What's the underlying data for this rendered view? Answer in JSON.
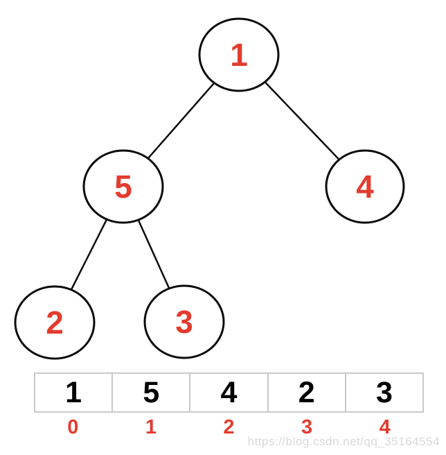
{
  "tree": {
    "nodes": [
      {
        "label": "1"
      },
      {
        "label": "5"
      },
      {
        "label": "4"
      },
      {
        "label": "2"
      },
      {
        "label": "3"
      }
    ],
    "edges": [
      {
        "from": "1",
        "to": "5"
      },
      {
        "from": "1",
        "to": "4"
      },
      {
        "from": "5",
        "to": "2"
      },
      {
        "from": "5",
        "to": "3"
      }
    ]
  },
  "array": {
    "cells": [
      "1",
      "5",
      "4",
      "2",
      "3"
    ],
    "indices": [
      "0",
      "1",
      "2",
      "3",
      "4"
    ]
  },
  "watermark": "https://blog.csdn.net/qq_35164554",
  "colors": {
    "node_text": "#e33b2e",
    "index_text": "#e33b2e",
    "cell_text": "#000000",
    "stroke": "#0a0a0a",
    "table_border": "#c9c9c9",
    "watermark": "#d8d8d8"
  }
}
